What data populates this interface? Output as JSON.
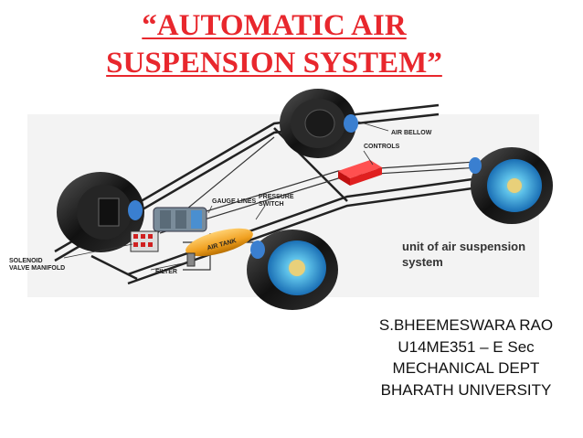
{
  "title": {
    "line1": "“AUTOMATIC AIR",
    "line2": "SUSPENSION SYSTEM”"
  },
  "diagram": {
    "labels": {
      "air_bellow": "AIR BELLOW",
      "controls": "CONTROLS",
      "gauge_lines": "GAUGE LINES",
      "pressure": "PRESSURE",
      "switch": "SWITCH",
      "air_tank": "AIR TANK",
      "solenoid": "SOLENOID",
      "valve_manifold": "VALVE MANIFOLD",
      "filter": "FILTER"
    },
    "caption": {
      "line1": "unit of air suspension",
      "line2": "system"
    },
    "colors": {
      "accent_red": "#e8272d",
      "tank": "#f0a020",
      "bellow": "#3a7fd0",
      "hub": "#2aa8e0"
    }
  },
  "author": {
    "name": "S.BHEEMESWARA RAO",
    "roll": "U14ME351 – E Sec",
    "dept": "MECHANICAL DEPT",
    "university": "BHARATH UNIVERSITY"
  }
}
